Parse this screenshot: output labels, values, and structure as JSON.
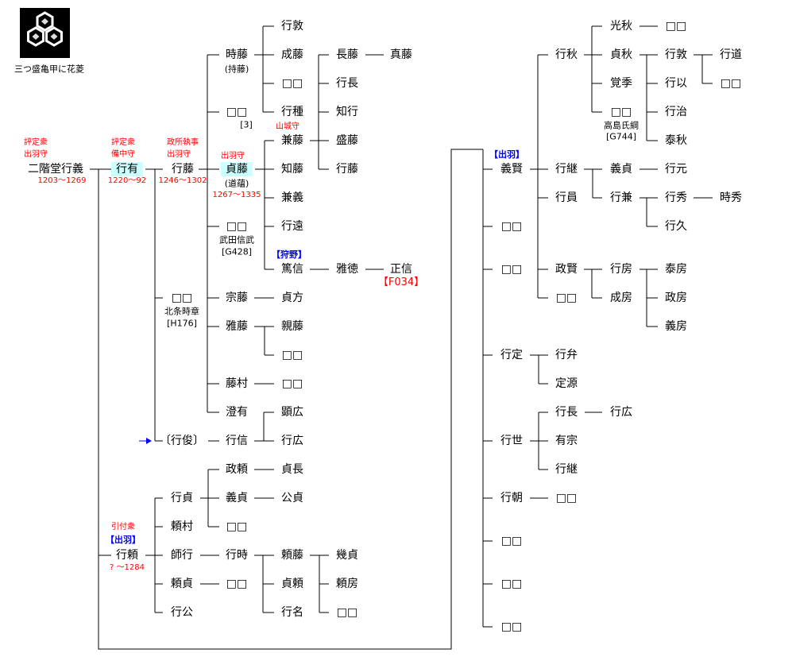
{
  "crest": {
    "caption": "三つ盛亀甲に花菱",
    "icon": "kamon-mitsumori-kikko-hanabishi",
    "color": "#000000"
  },
  "colors": {
    "title_text": "#ff0000",
    "region_text": "#0000ff",
    "highlight": "#ccffff"
  },
  "nodes": [
    {
      "id": "yoshiyuki_t1",
      "text": "評定衆"
    },
    {
      "id": "yoshiyuki_t2",
      "text": "出羽守"
    },
    {
      "id": "yoshiyuki",
      "text": "二階堂行義"
    },
    {
      "id": "yoshiyuki_d",
      "text": "1203〜1269"
    },
    {
      "id": "yukiari_t1",
      "text": "評定衆"
    },
    {
      "id": "yukiari_t2",
      "text": "備中守"
    },
    {
      "id": "yukiari",
      "text": "行有"
    },
    {
      "id": "yukiari_d",
      "text": "1220〜92"
    },
    {
      "id": "yukifuji_t1",
      "text": "政所執事"
    },
    {
      "id": "yukifuji_t2",
      "text": "出羽守"
    },
    {
      "id": "yukifuji",
      "text": "行藤"
    },
    {
      "id": "yukifuji_d",
      "text": "1246〜1302"
    },
    {
      "id": "tokifuji",
      "text": "時藤"
    },
    {
      "id": "tokifuji_a",
      "text": "(持藤)"
    },
    {
      "id": "unk1",
      "text": "□□"
    },
    {
      "id": "unk1_n",
      "text": "[3]"
    },
    {
      "id": "sadafuji_t",
      "text": "出羽守"
    },
    {
      "id": "sadafuji",
      "text": "貞藤"
    },
    {
      "id": "sadafuji_a",
      "text": "(道蘊)"
    },
    {
      "id": "sadafuji_d",
      "text": "1267〜1335"
    },
    {
      "id": "unk2",
      "text": "□□"
    },
    {
      "id": "unk2_a",
      "text": "武田信武"
    },
    {
      "id": "unk2_r",
      "text": "[G428]"
    },
    {
      "id": "c2_1",
      "text": "行敦"
    },
    {
      "id": "c2_2",
      "text": "成藤"
    },
    {
      "id": "c2_3",
      "text": "□□"
    },
    {
      "id": "c2_4",
      "text": "行種"
    },
    {
      "id": "c2_5t",
      "text": "山城守"
    },
    {
      "id": "c2_5",
      "text": "兼藤"
    },
    {
      "id": "c2_6",
      "text": "知藤"
    },
    {
      "id": "c2_7",
      "text": "兼義"
    },
    {
      "id": "c2_8",
      "text": "行遠"
    },
    {
      "id": "c2_9t",
      "text": "【狩野】"
    },
    {
      "id": "c2_9",
      "text": "篤信"
    },
    {
      "id": "c3_1",
      "text": "長藤"
    },
    {
      "id": "c3_2",
      "text": "行長"
    },
    {
      "id": "c3_3",
      "text": "知行"
    },
    {
      "id": "c3_4",
      "text": "盛藤"
    },
    {
      "id": "c3_5",
      "text": "行藤"
    },
    {
      "id": "c3_6",
      "text": "雅徳"
    },
    {
      "id": "c4_1",
      "text": "真藤"
    },
    {
      "id": "c4_2",
      "text": "正信"
    },
    {
      "id": "c4_2r",
      "text": "【F034】"
    },
    {
      "id": "unk3",
      "text": "□□"
    },
    {
      "id": "unk3_a",
      "text": "北条時章"
    },
    {
      "id": "unk3_r",
      "text": "[H176]"
    },
    {
      "id": "munefuji",
      "text": "宗藤"
    },
    {
      "id": "sadakata",
      "text": "貞方"
    },
    {
      "id": "masafuji",
      "text": "雅藤"
    },
    {
      "id": "chikafuji",
      "text": "親藤"
    },
    {
      "id": "unk4",
      "text": "□□"
    },
    {
      "id": "fujimura",
      "text": "藤村"
    },
    {
      "id": "unk5",
      "text": "□□"
    },
    {
      "id": "sumiari",
      "text": "澄有"
    },
    {
      "id": "akihiro",
      "text": "顕広"
    },
    {
      "id": "yukitoshi",
      "text": "〔行俊〕"
    },
    {
      "id": "yukinobu",
      "text": "行信"
    },
    {
      "id": "yukihiro",
      "text": "行広"
    },
    {
      "id": "yukiyori_t",
      "text": "引付衆"
    },
    {
      "id": "yukiyori_r",
      "text": "【出羽】"
    },
    {
      "id": "yukiyori",
      "text": "行頼"
    },
    {
      "id": "yukiyori_d",
      "text": "? 〜1284"
    },
    {
      "id": "yukisada",
      "text": "行貞"
    },
    {
      "id": "yorimura",
      "text": "頼村"
    },
    {
      "id": "moroyuki",
      "text": "師行"
    },
    {
      "id": "yorisada",
      "text": "頼貞"
    },
    {
      "id": "yukikimi",
      "text": "行公"
    },
    {
      "id": "masayori",
      "text": "政頼"
    },
    {
      "id": "sadanaga",
      "text": "貞長"
    },
    {
      "id": "yoshisada",
      "text": "義貞"
    },
    {
      "id": "kimisada",
      "text": "公貞"
    },
    {
      "id": "unk6",
      "text": "□□"
    },
    {
      "id": "yukitoki",
      "text": "行時"
    },
    {
      "id": "unk7",
      "text": "□□"
    },
    {
      "id": "yorifuji",
      "text": "頼藤"
    },
    {
      "id": "sadayori",
      "text": "貞頼"
    },
    {
      "id": "yukina",
      "text": "行名"
    },
    {
      "id": "ikusada",
      "text": "幾貞"
    },
    {
      "id": "yorifusa",
      "text": "頼房"
    },
    {
      "id": "unk8",
      "text": "□□"
    },
    {
      "id": "yoshikata_r",
      "text": "【出羽】"
    },
    {
      "id": "yoshikata",
      "text": "義賢"
    },
    {
      "id": "r0_2",
      "text": "□□"
    },
    {
      "id": "r0_3",
      "text": "□□"
    },
    {
      "id": "r0_4",
      "text": "行定"
    },
    {
      "id": "r0_5",
      "text": "行世"
    },
    {
      "id": "r0_6",
      "text": "行朝"
    },
    {
      "id": "r0_7",
      "text": "□□"
    },
    {
      "id": "r0_8",
      "text": "□□"
    },
    {
      "id": "r0_9",
      "text": "□□"
    },
    {
      "id": "r1_1",
      "text": "行秋"
    },
    {
      "id": "r1_2",
      "text": "行継"
    },
    {
      "id": "r1_3",
      "text": "行員"
    },
    {
      "id": "r1_4",
      "text": "政賢"
    },
    {
      "id": "r1_5",
      "text": "□□"
    },
    {
      "id": "r1_6",
      "text": "行弁"
    },
    {
      "id": "r1_7",
      "text": "定源"
    },
    {
      "id": "r1_8",
      "text": "行長"
    },
    {
      "id": "r1_9",
      "text": "有宗"
    },
    {
      "id": "r1_10",
      "text": "行継"
    },
    {
      "id": "r1_11",
      "text": "□□"
    },
    {
      "id": "r2_1",
      "text": "光秋"
    },
    {
      "id": "r2_2",
      "text": "貞秋"
    },
    {
      "id": "r2_3",
      "text": "覚季"
    },
    {
      "id": "r2_4",
      "text": "□□"
    },
    {
      "id": "r2_4a",
      "text": "高島氏綱"
    },
    {
      "id": "r2_4r",
      "text": "[G744]"
    },
    {
      "id": "r2_5",
      "text": "義貞"
    },
    {
      "id": "r2_6",
      "text": "行兼"
    },
    {
      "id": "r2_7",
      "text": "行房"
    },
    {
      "id": "r2_8",
      "text": "成房"
    },
    {
      "id": "r2_9",
      "text": "行広"
    },
    {
      "id": "r3_1",
      "text": "□□"
    },
    {
      "id": "r3_2",
      "text": "行敦"
    },
    {
      "id": "r3_3",
      "text": "行以"
    },
    {
      "id": "r3_4",
      "text": "行治"
    },
    {
      "id": "r3_5",
      "text": "泰秋"
    },
    {
      "id": "r3_6",
      "text": "行元"
    },
    {
      "id": "r3_7",
      "text": "行秀"
    },
    {
      "id": "r3_8",
      "text": "行久"
    },
    {
      "id": "r3_9",
      "text": "泰房"
    },
    {
      "id": "r3_10",
      "text": "政房"
    },
    {
      "id": "r3_11",
      "text": "義房"
    },
    {
      "id": "r4_1",
      "text": "行道"
    },
    {
      "id": "r4_2",
      "text": "□□"
    },
    {
      "id": "r4_3",
      "text": "時秀"
    }
  ]
}
